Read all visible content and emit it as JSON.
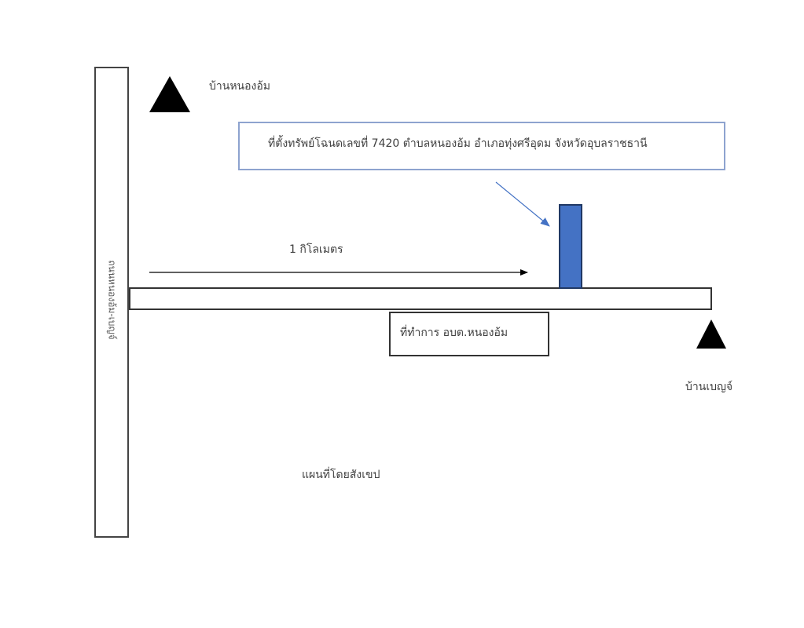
{
  "map": {
    "title": "แผนที่โดยสังเขป",
    "vertical_road_label": "ถนนหนองอ้ม-เบญจ์",
    "villages": [
      {
        "name": "บ้านหนองอ้ม",
        "marker": "triangle-icon"
      },
      {
        "name": "บ้านเบญจ์",
        "marker": "triangle-icon"
      }
    ],
    "callout": "ที่ตั้งทรัพย์โฉนดเลขที่ 7420 ตำบลหนองอ้ม อำเภอทุ่งศรีอุดม จังหวัดอุบลราชธานี",
    "distance_label": "1 กิโลเมตร",
    "office_label": "ที่ทำการ อบต.หนองอ้ม",
    "colors": {
      "property_marker": "#4472c4",
      "property_marker_border": "#203864",
      "callout_border": "#8ea3cf",
      "callout_arrow": "#4472c4",
      "road_outline": "#333333",
      "text": "#404040"
    }
  }
}
